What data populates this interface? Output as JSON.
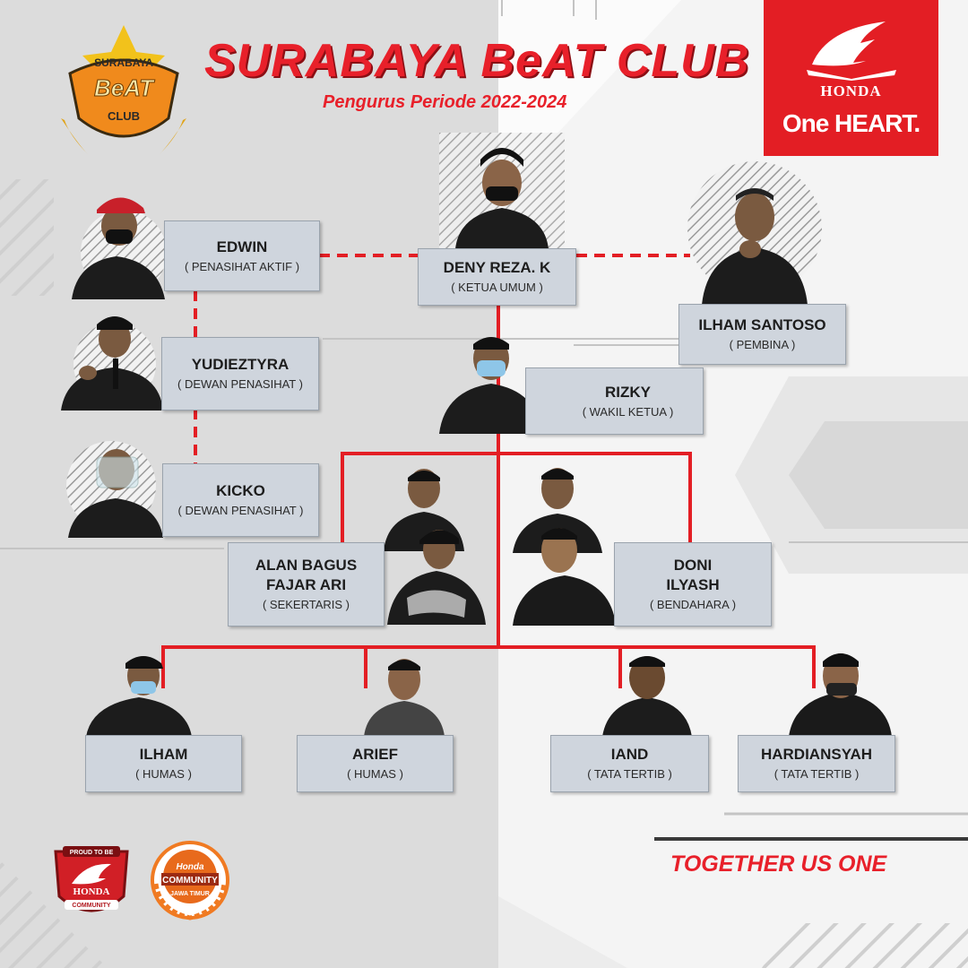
{
  "header": {
    "title": "SURABAYA BeAT CLUB",
    "subtitle": "Pengurus Periode 2022-2024"
  },
  "honda": {
    "brand": "HONDA",
    "slogan": "One HEART."
  },
  "logo": {
    "top_text": "SURABAYA",
    "center_text": "BeAT",
    "bottom_text": "CLUB"
  },
  "members": {
    "edwin": {
      "name": "EDWIN",
      "role": "( PENASIHAT AKTIF )"
    },
    "yudieztyra": {
      "name": "YUDIEZTYRA",
      "role": "( DEWAN PENASIHAT )"
    },
    "kicko": {
      "name": "KICKO",
      "role": "( DEWAN PENASIHAT )"
    },
    "deny": {
      "name": "DENY REZA. K",
      "role": "( KETUA UMUM )"
    },
    "ilham_santoso": {
      "name": "ILHAM SANTOSO",
      "role": "( PEMBINA )"
    },
    "rizky": {
      "name": "RIZKY",
      "role": "( WAKIL KETUA )"
    },
    "sekertaris": {
      "name1": "ALAN BAGUS",
      "name2": "FAJAR ARI",
      "role": "( SEKERTARIS )"
    },
    "bendahara": {
      "name1": "DONI",
      "name2": "ILYASH",
      "role": "( BENDAHARA )"
    },
    "ilham": {
      "name": "ILHAM",
      "role": "( HUMAS )"
    },
    "arief": {
      "name": "ARIEF",
      "role": "( HUMAS )"
    },
    "iand": {
      "name": "IAND",
      "role": "( TATA TERTIB )"
    },
    "hardiansyah": {
      "name": "HARDIANSYAH",
      "role": "( TATA TERTIB )"
    }
  },
  "footer": {
    "tagline": "TOGETHER US ONE",
    "badge1_top": "PROUD TO BE",
    "badge1_brand": "HONDA",
    "badge1_bottom": "COMMUNITY",
    "badge2_top": "Honda",
    "badge2_mid": "COMMUNITY",
    "badge2_bottom": "JAWA TIMUR"
  },
  "colors": {
    "accent_red": "#e8202a",
    "card_bg": "#cfd5dd",
    "shirt": "#1c1c1c"
  },
  "icons": [
    "person-photo",
    "honda-wing-icon",
    "club-logo",
    "community-badge"
  ]
}
